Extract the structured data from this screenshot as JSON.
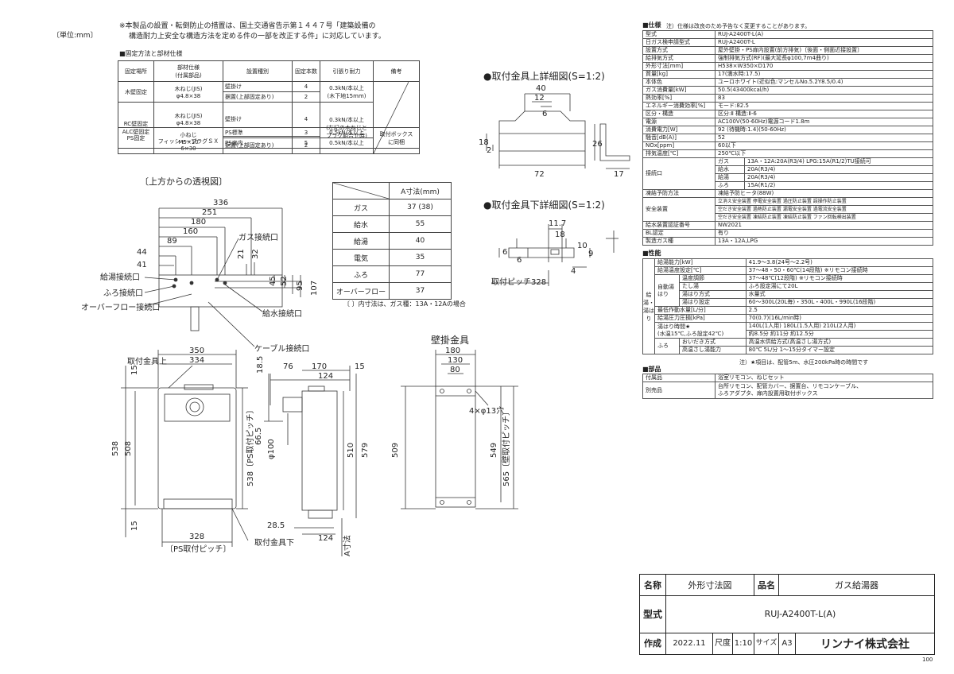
{
  "notes": {
    "unit": "〔単位:mm〕",
    "line1": "※本製品の設置・転倒防止の措置は、国土交通省告示第１４４７号「建築設備の",
    "line2": "構造耐力上安全な構造方法を定める件の一部を改正する件」に対応しています。",
    "fix_title": "■固定方法と部材仕様"
  },
  "fix_table": {
    "headers": [
      "固定場所",
      "部材仕様\n(付属部品)",
      "設置種別",
      "固定本数",
      "引張り耐力",
      "備考"
    ],
    "wood": {
      "place": "木壁固定",
      "part": "木ねじ(JIS)\nφ4.8×38",
      "r1": [
        "壁掛け",
        "4",
        "0.3kN/本以上\n(木下地15mm)"
      ],
      "r2": [
        "据置(上部固定あり)",
        "2"
      ]
    },
    "rc": {
      "place": "RC壁固定\nALC壁固定",
      "part1": "木ねじ(JIS)\nφ4.8×38",
      "part2": "フィッシャープラグＳＸ\n6×30",
      "r1": [
        "壁掛け",
        "4",
        "0.3kN/本以上\n(左記の木ねじと\nプラグ組合せ時)"
      ],
      "r2": [
        "据置(上部固定あり)",
        "2"
      ]
    },
    "ps": {
      "place": "PS固定",
      "part": "小ねじ\nM5×10",
      "r1": [
        "PS標準",
        "3",
        "0.5kN/本以上"
      ],
      "r2": [
        "PS扉内",
        "5",
        "0.5kN/本以上",
        "取付ボックス\nに同梱"
      ]
    }
  },
  "a_table": {
    "header": "A寸法(mm)",
    "rows": [
      [
        "ガス",
        "37 (38)"
      ],
      [
        "給水",
        "55"
      ],
      [
        "給湯",
        "40"
      ],
      [
        "電気",
        "35"
      ],
      [
        "ふろ",
        "77"
      ],
      [
        "オーバーフロー",
        "37"
      ]
    ],
    "note": "〔 〕内寸法は、ガス種：13A・12Aの場合"
  },
  "views": {
    "top_title": "〔上方からの透視図〕",
    "top_dims": [
      "336",
      "251",
      "180",
      "160",
      "89",
      "44",
      "41",
      "21",
      "32",
      "45",
      "52",
      "95",
      "107"
    ],
    "top_labels": [
      "ガス接続口",
      "給湯接続口",
      "ふろ接続口",
      "オーバーフロー接続口",
      "給水接続口",
      "ケーブル接続口"
    ],
    "upper_title": "●取付金具上詳細図(S=1:2)",
    "upper_dims": [
      "40",
      "12",
      "6",
      "18",
      "2",
      "72",
      "26",
      "17"
    ],
    "lower_title": "●取付金具下詳細図(S=1:2)",
    "lower_dims": [
      "11.7",
      "18",
      "10",
      "6",
      "9",
      "6",
      "4",
      "取付ピッチ328"
    ],
    "front_label_top": "取付金具上",
    "front_label_bottom": "取付金具下",
    "front_dims": [
      "350",
      "334",
      "15",
      "538",
      "508",
      "15",
      "328",
      "〔PS取付ピッチ〕",
      "18.5",
      "66.5",
      "538〔PS取付ピッチ〕",
      "28.5"
    ],
    "side_dims": [
      "76",
      "170",
      "124",
      "15",
      "φ100",
      "510",
      "579",
      "124",
      "A寸法"
    ],
    "wall_title": "壁掛金具",
    "wall_dims": [
      "180",
      "130",
      "80",
      "4×φ13穴",
      "509",
      "549",
      "565〔壁取付ピッチ〕"
    ]
  },
  "spec": {
    "title": "■仕様",
    "note": "注）仕様は改良のため予告なく変更することがあります。",
    "rows": [
      [
        "型式",
        "RUJ-A2400T-L(A)"
      ],
      [
        "日ガス検申請型式",
        "RUJ-A2400T-L"
      ],
      [
        "設置方式",
        "屋外壁掛・PS扉内設置(前方排気)〔後面・側面近接設置〕"
      ],
      [
        "給排気方式",
        "強制排気方式(RF)(最大延長φ100,7m4曲り)"
      ],
      [
        "外形寸法[mm]",
        "H538×W350×D170"
      ],
      [
        "質量[kg]",
        "17(満水時:17.5)"
      ],
      [
        "本体色",
        "ユーロホワイト(近似色:マンセルNo.5.2Y8.5/0.4)"
      ],
      [
        "ガス消費量[kW]",
        "50.5(43400kcal/h)"
      ],
      [
        "熱効率[%]",
        "83"
      ],
      [
        "エネルギー消費効率[%]",
        "モード:82.5"
      ],
      [
        "区分・構造",
        "区分:Ⅱ  構造:Ⅱ-6"
      ],
      [
        "電源",
        "AC100V(50-60Hz)電源コード1.8m"
      ],
      [
        "消費電力[W]",
        "92 (待機時:1.4)(50-60Hz)"
      ],
      [
        "騒音[dB(A)]",
        "52"
      ],
      [
        "NOx[ppm]",
        "60以下"
      ],
      [
        "排気温度[℃]",
        "250℃以下"
      ]
    ],
    "conn_label": "接続口",
    "conn": [
      [
        "ガス",
        "13A・12A:20A(R3/4) LPG:15A(R1/2)TU接続可"
      ],
      [
        "給水",
        "20A(R3/4)"
      ],
      [
        "給湯",
        "20A(R3/4)"
      ],
      [
        "ふろ",
        "15A(R1/2)"
      ]
    ],
    "freeze": [
      "凍結予防方法",
      "凍結予防ヒータ(88W)"
    ],
    "safety_label": "安全装置",
    "safety": [
      "立消え安全装置 停電安全装置 過圧防止装置 誤操作防止装置",
      "空だき安全装置 過熱防止装置 漏電安全装置 過電流安全装置",
      "空だき安全装置 凍結防止装置 凍結防止装置 ファン回転検出装置"
    ],
    "rows2": [
      [
        "給水装置認証番号",
        "NW2021"
      ],
      [
        "BL認定",
        "有り"
      ],
      [
        "製造ガス種",
        "13A・12A,LPG"
      ]
    ]
  },
  "perf": {
    "title": "■性能",
    "side_label": "給湯・湯はり",
    "rows": [
      [
        "給湯能力[kW]",
        "41.9〜3.8(24号〜2.2号)"
      ],
      [
        "給湯温度設定[℃]",
        "37〜48・50・60℃(14段階)  ※リモコン接続時"
      ]
    ],
    "auto_label": "自動湯はり",
    "auto": [
      [
        "温度調節",
        "37〜48℃(12段階)  ※リモコン接続時"
      ],
      [
        "たし湯",
        "ふろ設定湯にて20L"
      ],
      [
        "湯はり方式",
        "水量式"
      ],
      [
        "湯はり設定",
        "60〜300L(20L毎)・350L・400L・990L(16段階)"
      ]
    ],
    "rows3": [
      [
        "最低作動水量[L/分]",
        "2.5"
      ],
      [
        "給湯圧力圧損[kPa]",
        "70(0.7)(16L/min時)"
      ]
    ],
    "fill_label": "湯はり時間★\n(水温15℃,ふろ設定42℃)",
    "fill_vals": [
      "140L(1人用)  180L(1.5人用)  210L(2人用)",
      "約8.5分        約11分          約12.5分"
    ],
    "furo_label": "ふろ",
    "furo": [
      [
        "おいだき方式",
        "高温水供給方式(高温さし湯方式)"
      ],
      [
        "高温さし湯能力",
        "80℃  5L/分  1〜15分タイマー設定"
      ]
    ],
    "note": "注）★項目は、配管5m、水圧200kPa時の時間です"
  },
  "parts": {
    "title": "■部品",
    "rows": [
      [
        "付属品",
        "浴室リモコン、ねじセット"
      ],
      [
        "別売品",
        "台所リモコン、配管カバー、据置台、リモコンケーブル、\nふろアダプタ、扉内設置用取付ボックス"
      ]
    ]
  },
  "titleblock": {
    "name_label": "名称",
    "name": "外形寸法図",
    "item_label": "品名",
    "item": "ガス給湯器",
    "model_label": "型式",
    "model": "RUJ-A2400T-L(A)",
    "made_label": "作成",
    "date": "2022.11",
    "scale_label": "尺度",
    "scale": "1:10",
    "size_label": "サイズ",
    "size": "A3",
    "company": "リンナイ株式会社",
    "page": "100"
  }
}
